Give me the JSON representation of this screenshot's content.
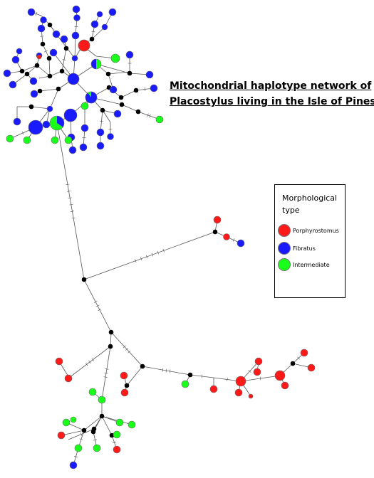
{
  "title": {
    "line1": "Mitochondrial haplotype network of",
    "line2": "Placostylus living in the Isle of Pines"
  },
  "legend": {
    "title_line1": "Morphological",
    "title_line2": "type",
    "items": [
      {
        "label": "Porphyrostomus",
        "color": "#ff1a1a"
      },
      {
        "label": "Fibratus",
        "color": "#1a1aff"
      },
      {
        "label": "Intermediate",
        "color": "#1aff1a"
      }
    ]
  },
  "colors": {
    "porphyrostomus": "#ff1a1a",
    "fibratus": "#1a1aff",
    "intermediate": "#1aff1a",
    "median_vector": "#000000",
    "edge": "#555555"
  }
}
